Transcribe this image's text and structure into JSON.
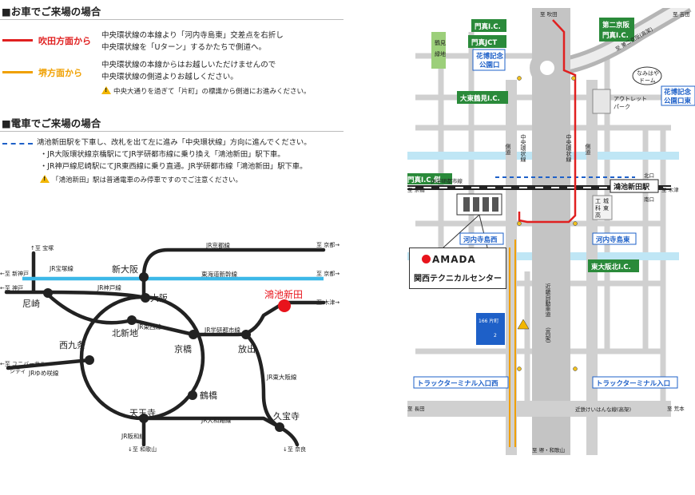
{
  "car": {
    "heading": "■お車でご来場の場合",
    "route1": {
      "label": "吹田方面から",
      "color": "#e02020",
      "desc": [
        "中央環状線の本線より「河内寺島東」交差点を右折し",
        "中央環状線を「Uターン」するかたちで側道へ。"
      ]
    },
    "route2": {
      "label": "堺方面から",
      "color": "#f0a000",
      "desc": [
        "中央環状線の本線からはお越しいただけませんので",
        "中央環状線の側道よりお越しください。"
      ]
    },
    "note": "中央大通りを過ぎて「片町」の標識から側道にお進みください。"
  },
  "train": {
    "heading": "■電車でご来場の場合",
    "line_color": "#1e60c8",
    "desc": [
      "鴻池新田駅を下車し、改札を出て左に進み「中央環状線」方向に進んでください。",
      "・JR大阪環状線京橋駅にてJR学研都市線に乗り換え「鴻池新田」駅下車。",
      "・JR神戸線尼崎駅にてJR東西線に乗り直通。JR学研都市線「鴻池新田」駅下車。"
    ],
    "note": "「鴻池新田」駅は普通電車のみ停車ですのでご注意ください。"
  },
  "railmap": {
    "stations": {
      "shinosaka": "新大阪",
      "osaka": "大阪",
      "kitashinchi": "北新地",
      "kyobashi": "京橋",
      "amagasaki": "尼崎",
      "nishikujo": "西九条",
      "tsuruhashi": "鶴橋",
      "tennoji": "天王寺",
      "hanaten": "放出",
      "kyuhoji": "久宝寺",
      "konoike": "鴻池新田"
    },
    "lines": {
      "takarazuka": "JR宝塚線",
      "kyoto": "JR京都線",
      "shinkansen": "東海道新幹線",
      "kobe": "JR神戸線",
      "tozai": "JR東西線",
      "gakken": "JR学研都市線",
      "higashiosaka": "JR東大阪線",
      "yumesaki": "JRゆめ咲線",
      "yamatoji": "JR大和路線",
      "hanwa": "JR阪和線"
    },
    "dest": {
      "takarazuka": "↑至 宝塚",
      "kyoto1": "至 京都→",
      "kyoto2": "至 京都→",
      "shinkobe": "←至 新神戸",
      "kobe": "←至 神戸",
      "kizu": "至 木津→",
      "usj1": "←至 ユニバーサル",
      "usj2": "シティ",
      "wakayama": "↓至 和歌山",
      "nara": "↓至 奈良"
    },
    "colors": {
      "rail": "#222222",
      "shinkansen": "#3cb8e8",
      "target": "#e8141c",
      "target_text": "#e8141c"
    }
  },
  "roadmap": {
    "ic": {
      "kadoma_ic": "門真I.C.",
      "kadoma_jct": "門真JCT",
      "daini_keihan": "第二京阪",
      "daini_keihan2": "門真I.C.",
      "daito_tsurumi": "大東鶴見I.C.",
      "kadoma_ic_kita": "門真I.C.側",
      "higashiosaka_kita": "東大阪北I.C."
    },
    "nodes": {
      "hanahaku": "花博記念",
      "hanahaku2": "公園口",
      "hanahaku_higashi": "花博記念",
      "hanahaku_higashi2": "公園口東",
      "kawachi_nishi": "河内寺島西",
      "kawachi_higashi": "河内寺島東",
      "truck_nishi": "トラックターミナル入口西",
      "truck": "トラックターミナル入口"
    },
    "labels": {
      "suita": "至 吹田",
      "tanabe": "至 第二京阪(高架)",
      "yoshida": "至 吉田",
      "ryokuchi1": "鶴見",
      "ryokuchi2": "緑地",
      "namihaya1": "なみはや",
      "namihaya2": "ドーム",
      "outlet1": "アウトレット",
      "outlet2": "パーク",
      "gaido": "側道",
      "chuo": "中央環状線",
      "gakken_line": "JR学研都市線",
      "kyobashi": "至 京橋",
      "kizu": "至 木津",
      "kitaguchi": "北口",
      "minamiguchi": "南口",
      "station": "鴻池新田駅",
      "kintetsu1": "近畿自動車道",
      "kintetsu2": "(高架)",
      "nagata": "至 長田",
      "araimoto": "至 荒本",
      "hanshin": "近鉄けいはんな線(高架)",
      "sakai": "至 堺・和歌山",
      "sign_num": "166 片町",
      "sign_sub": "2",
      "school1": "城",
      "school2": "東",
      "school3": "工",
      "school4": "科",
      "school5": "高"
    },
    "company": {
      "logo": "AMADA",
      "name": "関西テクニカルセンター"
    },
    "colors": {
      "road": "#c8c8c8",
      "highway": "#b0b0b0",
      "river": "#bfe6f5",
      "red_route": "#e02020",
      "orange_route": "#f0a000",
      "blue_route": "#1e60c8",
      "green": "#2a8a3a",
      "blue_label": "#1e60c8"
    }
  }
}
